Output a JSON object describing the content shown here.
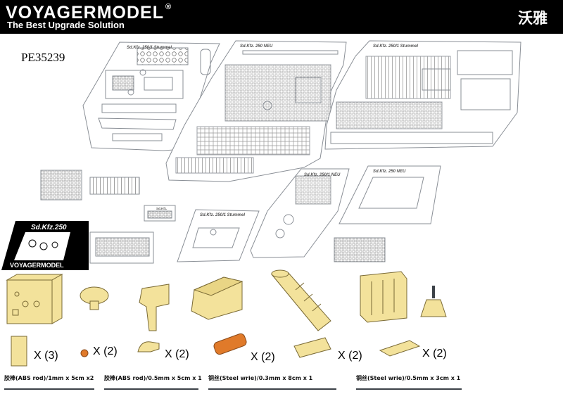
{
  "header": {
    "brand": "VOYAGERMODEL",
    "registered": "®",
    "tagline": "The Best Upgrade Solution",
    "brand_cn": "沃雅"
  },
  "product_code": "PE35239",
  "frets": [
    {
      "label": "Sd.Kfz. 250/1 Stummel"
    },
    {
      "label": "Sd.Kfz. 250 NEU"
    },
    {
      "label": "Sd.Kfz. 250/1 Stummel"
    },
    {
      "label": "Sd.Kfz. 250/1 NEU"
    },
    {
      "label": "Sd.Kfz. 250 NEU"
    },
    {
      "label": "Sd.Kfz. 250/1 Stummel"
    },
    {
      "label": "Sd.Kfz."
    }
  ],
  "decal": {
    "title": "Sd.Kfz.250",
    "brand": "VOYAGERMODEL"
  },
  "quantities": [
    "X (3)",
    "X (2)",
    "X (2)",
    "X (2)",
    "X (2)",
    "X (2)"
  ],
  "materials": [
    "胶棒(ABS rod)/1mm x 5cm x2",
    "胶棒(ABS rod)/0.5mm x 5cm x 1",
    "铜丝(Steel wrie)/0.3mm x 8cm x 1",
    "铜丝(Steel wrie)/0.5mm x 3cm x 1"
  ],
  "colors": {
    "banner": "#000000",
    "resin": "#f3e29b",
    "resin_outline": "#7a6a35",
    "fret_line": "#8a8f96",
    "accent_orange": "#e07a2a"
  }
}
